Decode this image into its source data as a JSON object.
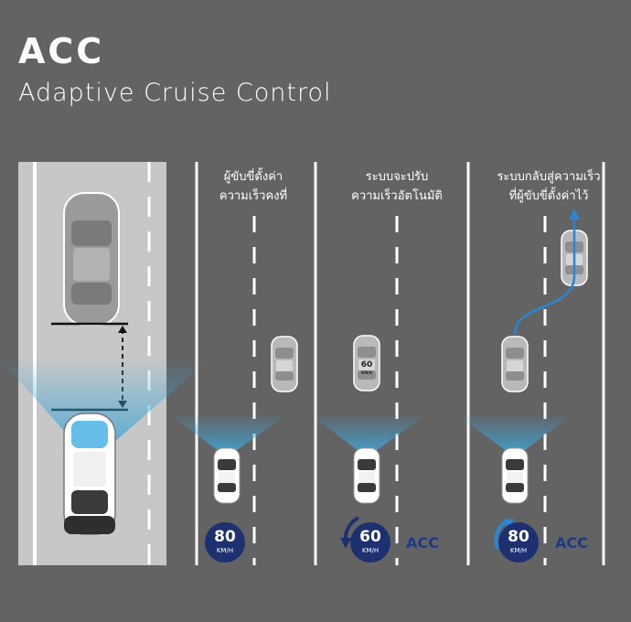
{
  "header": {
    "title": "ACC",
    "subtitle": "Adaptive Cruise Control"
  },
  "panels": [
    {
      "caption_line1": "ผู้ขับขี่ตั้งค่า",
      "caption_line2": "ความเร็วคงที่",
      "speed": "80",
      "unit": "KM/H",
      "mode": ""
    },
    {
      "caption_line1": "ระบบจะปรับ",
      "caption_line2": "ความเร็วอัตโนมัติ",
      "speed": "60",
      "unit": "KM/H",
      "mode": "ACC",
      "lead_car_label": "60",
      "lead_car_unit": "KM/H"
    },
    {
      "caption_line1": "ระบบกลับสู่ความเร็ว",
      "caption_line2": "ที่ผู้ขับขี่ตั้งค่าไว้",
      "speed": "80",
      "unit": "KM/H",
      "mode": "ACC"
    }
  ],
  "colors": {
    "background": "#636364",
    "road_gray": "#c7c7c8",
    "sensor_blue": "#3ea6d8",
    "badge_navy": "#1d3170",
    "accent_blue": "#2a86d2"
  }
}
